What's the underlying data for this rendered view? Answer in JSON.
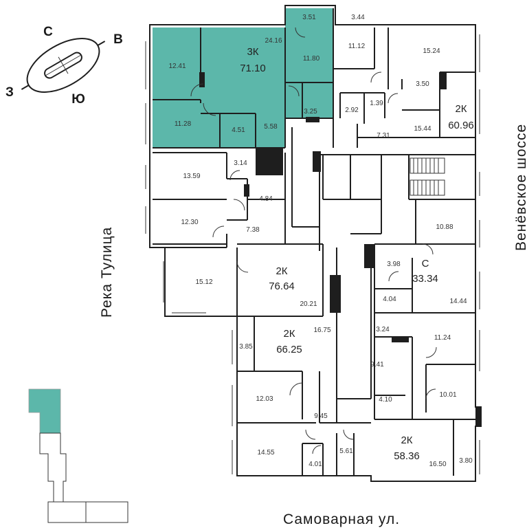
{
  "colors": {
    "selected": "#5cb7aa",
    "walls": "#1e1e1e"
  },
  "streets": {
    "left": "Река Тулица",
    "right": "Венёвское шоссе",
    "bottom": "Самоварная ул."
  },
  "compass": {
    "north": "С",
    "east": "В",
    "south": "Ю",
    "west": "З"
  },
  "apartments": {
    "a3k": {
      "type": "3К",
      "area": "71.10"
    },
    "a2k_top_right": {
      "type": "2К",
      "area": "60.96"
    },
    "a2k_mid_left": {
      "type": "2К",
      "area": "76.64"
    },
    "a2k_center": {
      "type": "2К",
      "area": "66.25"
    },
    "studio": {
      "type": "С",
      "area": "33.34"
    },
    "a2k_bottom_right": {
      "type": "2К",
      "area": "58.36"
    }
  },
  "rooms": {
    "r351": "3.51",
    "r344": "3.44",
    "r1241": "12.41",
    "r2416": "24.16",
    "r1180": "11.80",
    "r1112": "11.12",
    "r1524": "15.24",
    "r1128": "11.28",
    "r451": "4.51",
    "r558": "5.58",
    "r325": "3.25",
    "r350": "3.50",
    "r292": "2.92",
    "r139": "1.39",
    "r1544": "15.44",
    "r731": "7.31",
    "r1359": "13.59",
    "r314": "3.14",
    "r484": "4.84",
    "r1230": "12.30",
    "r738": "7.38",
    "r1088": "10.88",
    "r1512": "15.12",
    "r2021": "20.21",
    "r398": "3.98",
    "r404": "4.04",
    "r1444": "14.44",
    "r1675": "16.75",
    "r385": "3.85",
    "r324": "3.24",
    "r1124": "11.24",
    "r941": "9.41",
    "r1203": "12.03",
    "r410": "4.10",
    "r1001": "10.01",
    "r945": "9.45",
    "r1455": "14.55",
    "r561": "5.61",
    "r401": "4.01",
    "r1650": "16.50",
    "r380": "3.80"
  }
}
